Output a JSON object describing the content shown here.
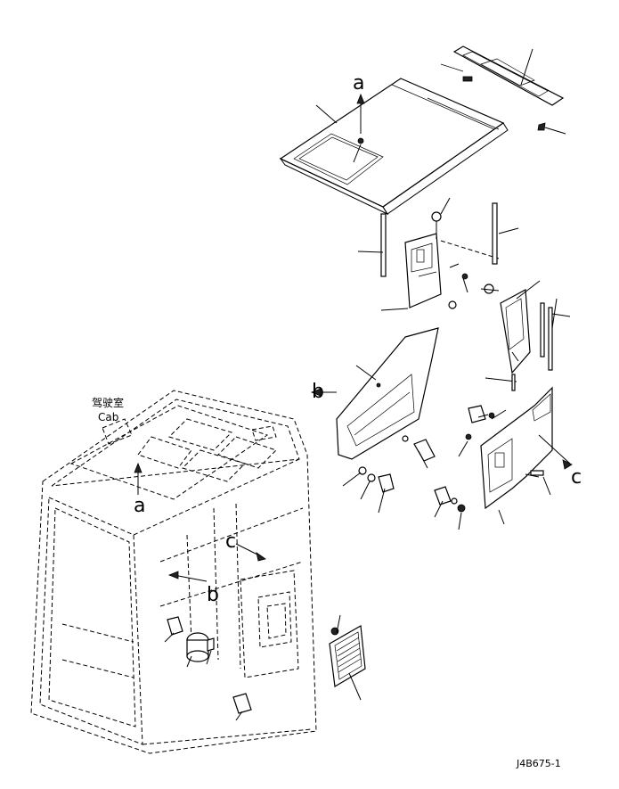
{
  "labels": {
    "a_top": "a",
    "a_cab": "a",
    "b_mid": "b",
    "b_cab": "b",
    "c_right": "c",
    "c_cab": "c",
    "cab_chinese": "驾驶室",
    "cab_english": "Cab",
    "drawing_no": "J4B675-1"
  },
  "colors": {
    "line": "#000000",
    "background": "#ffffff"
  }
}
